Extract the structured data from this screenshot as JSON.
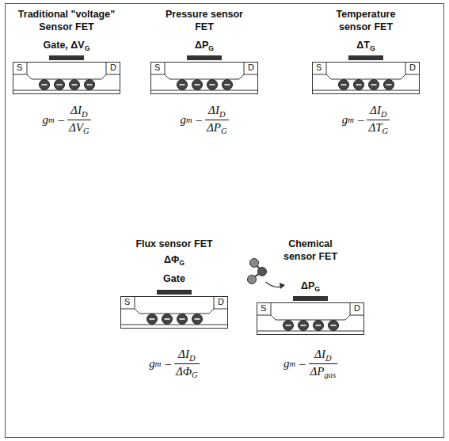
{
  "diagram": {
    "labels": [
      "Traditional \"voltage\" Sensor FET",
      "Gate, ΔV",
      "G",
      "S",
      "D",
      "g",
      "m",
      "–",
      "ΔI",
      "D",
      "ΔV",
      "G",
      "Pressure sensor FET",
      "ΔP",
      "G",
      "S",
      "D",
      "g",
      "m",
      "–",
      "ΔI",
      "D",
      "ΔP",
      "G",
      "Temperature sensor FET",
      "ΔT",
      "G",
      "S",
      "D",
      "g",
      "m",
      "–",
      "ΔI",
      "D",
      "ΔT",
      "G",
      "Flux sensor FET",
      "ΔΦ",
      "G",
      "Gate",
      "S",
      "D",
      "g",
      "m",
      "–",
      "ΔI",
      "D",
      "ΔΦ",
      "G",
      "Chemical sensor FET",
      "ΔP",
      "G",
      "S",
      "D",
      "g",
      "m",
      "–",
      "ΔI",
      "D",
      "ΔP",
      "gas"
    ]
  }
}
